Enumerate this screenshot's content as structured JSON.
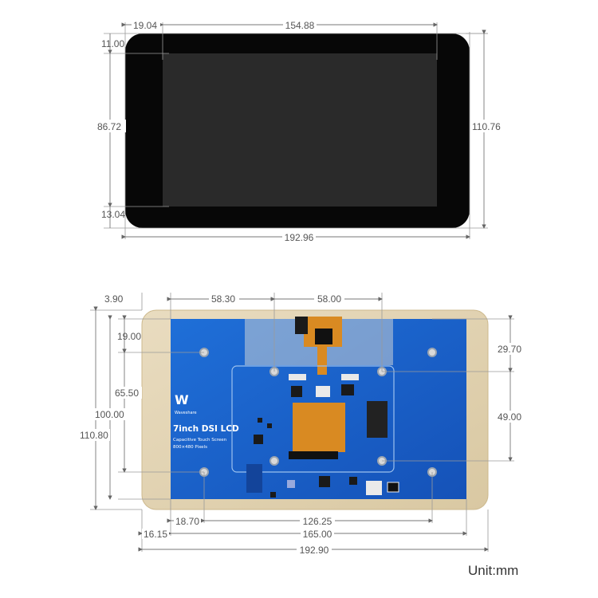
{
  "front_view": {
    "dims": {
      "bezel_left": "19.04",
      "active_width": "154.88",
      "bezel_top": "11.00",
      "active_height": "86.72",
      "overall_height": "110.76",
      "bezel_bottom": "13.04",
      "overall_width": "192.96"
    }
  },
  "back_view": {
    "dims": {
      "offset_top_left": "3.90",
      "hole_span_left": "58.30",
      "hole_span_right": "58.00",
      "hole_top": "19.00",
      "hole_right_top": "29.70",
      "hole_vertical_mid": "65.50",
      "pcb_height": "100.00",
      "overall_height": "110.80",
      "hole_right_span": "49.00",
      "hole_left_offset": "18.70",
      "hole_bottom_span": "126.25",
      "frame_left_offset": "16.15",
      "pcb_width": "165.00",
      "overall_width": "192.90"
    },
    "board": {
      "logo_text": "Waveshare",
      "title": "7inch DSI LCD",
      "subtitle": "Capacitive Touch Screen",
      "resolution": "800×480 Pixels"
    }
  },
  "unit_label": "Unit:mm"
}
